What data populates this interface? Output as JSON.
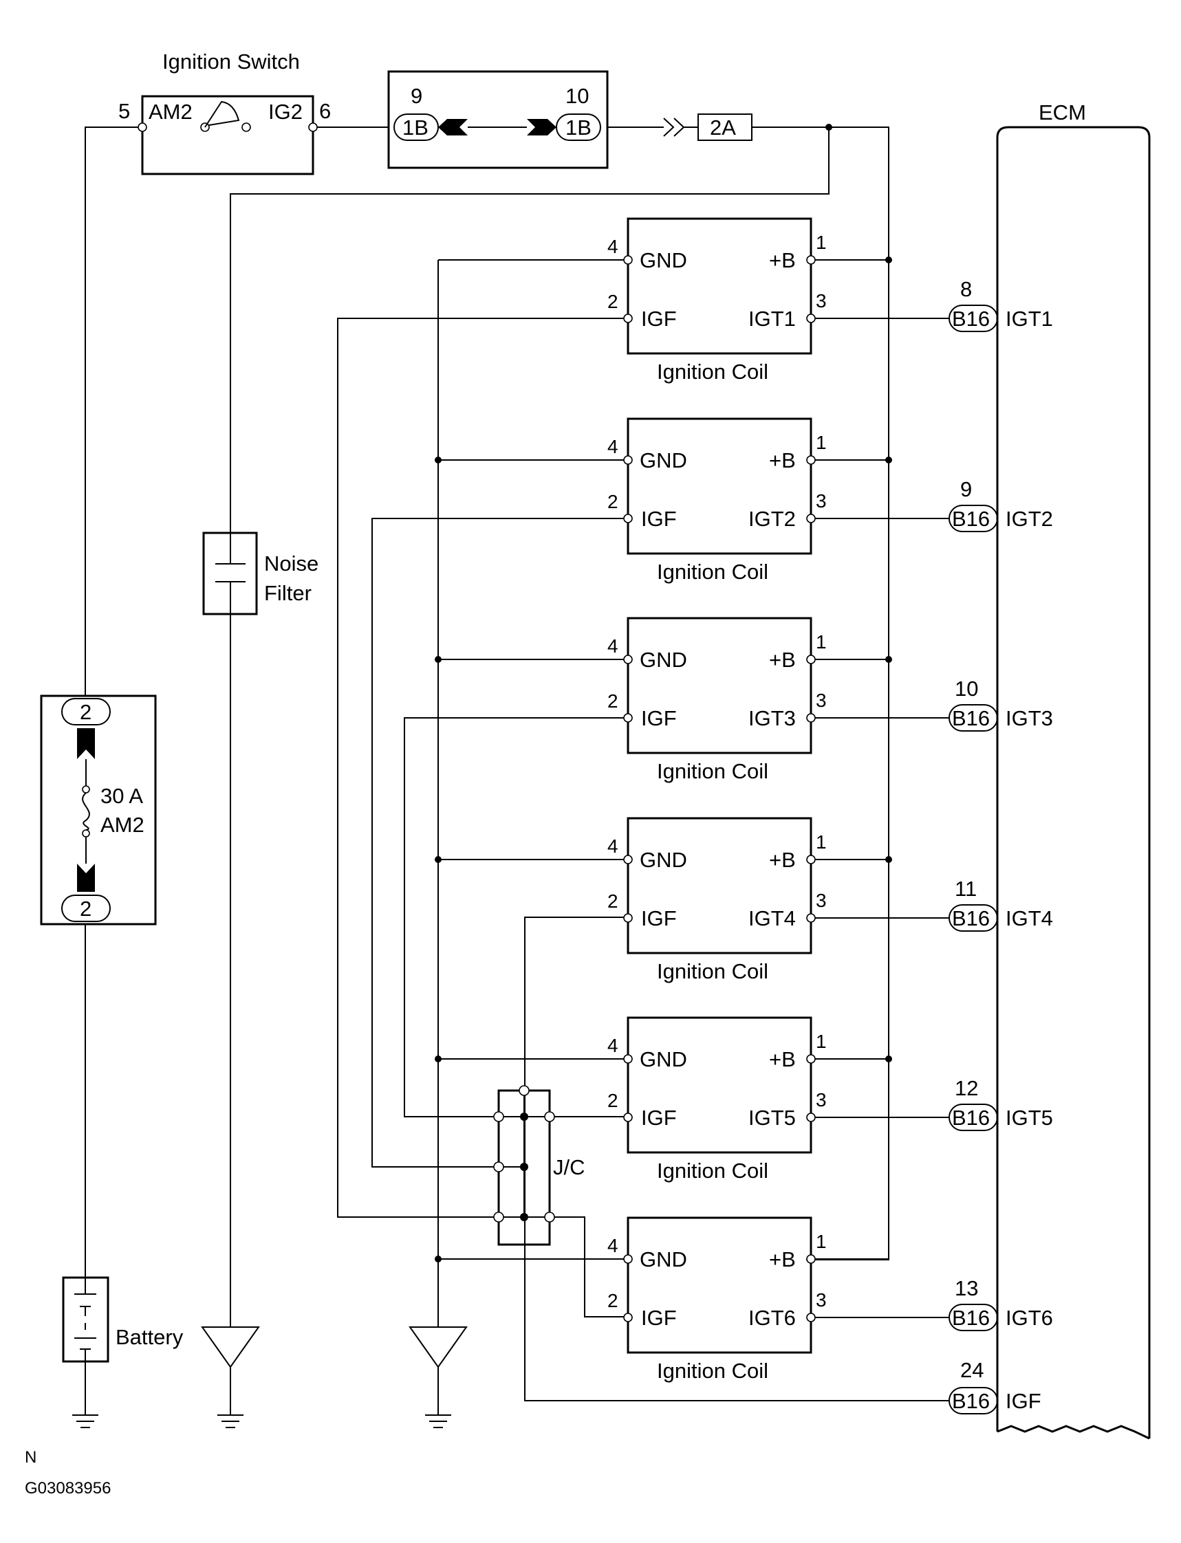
{
  "ignition_switch": {
    "title": "Ignition Switch",
    "pin_left": "5",
    "label_left": "AM2",
    "label_right": "IG2",
    "pin_right": "6"
  },
  "connector_1b": {
    "pin_left": "9",
    "pin_right": "10",
    "label": "1B"
  },
  "connector_2a": {
    "label": "2A"
  },
  "ecm": {
    "title": "ECM"
  },
  "noise_filter": {
    "line1": "Noise",
    "line2": "Filter"
  },
  "fuse": {
    "pin_top": "2",
    "pin_bottom": "2",
    "rating": "30 A",
    "name": "AM2"
  },
  "battery": {
    "label": "Battery"
  },
  "jc": {
    "label": "J/C"
  },
  "coil_pins": {
    "gnd_pin": "4",
    "gnd": "GND",
    "igf_pin": "2",
    "igf": "IGF",
    "pb_pin": "1",
    "pb": "+B",
    "igt_pin": "3"
  },
  "coils": [
    {
      "igt": "IGT1",
      "label": "Ignition Coil",
      "ecm_pin": "8",
      "connector": "B16",
      "ecm_label": "IGT1"
    },
    {
      "igt": "IGT2",
      "label": "Ignition Coil",
      "ecm_pin": "9",
      "connector": "B16",
      "ecm_label": "IGT2"
    },
    {
      "igt": "IGT3",
      "label": "Ignition Coil",
      "ecm_pin": "10",
      "connector": "B16",
      "ecm_label": "IGT3"
    },
    {
      "igt": "IGT4",
      "label": "Ignition Coil",
      "ecm_pin": "11",
      "connector": "B16",
      "ecm_label": "IGT4"
    },
    {
      "igt": "IGT5",
      "label": "Ignition Coil",
      "ecm_pin": "12",
      "connector": "B16",
      "ecm_label": "IGT5"
    },
    {
      "igt": "IGT6",
      "label": "Ignition Coil",
      "ecm_pin": "13",
      "connector": "B16",
      "ecm_label": "IGT6"
    }
  ],
  "igf_to_ecm": {
    "pin": "24",
    "connector": "B16",
    "label": "IGF"
  },
  "footer": {
    "line1": "N",
    "line2": "G03083956"
  }
}
